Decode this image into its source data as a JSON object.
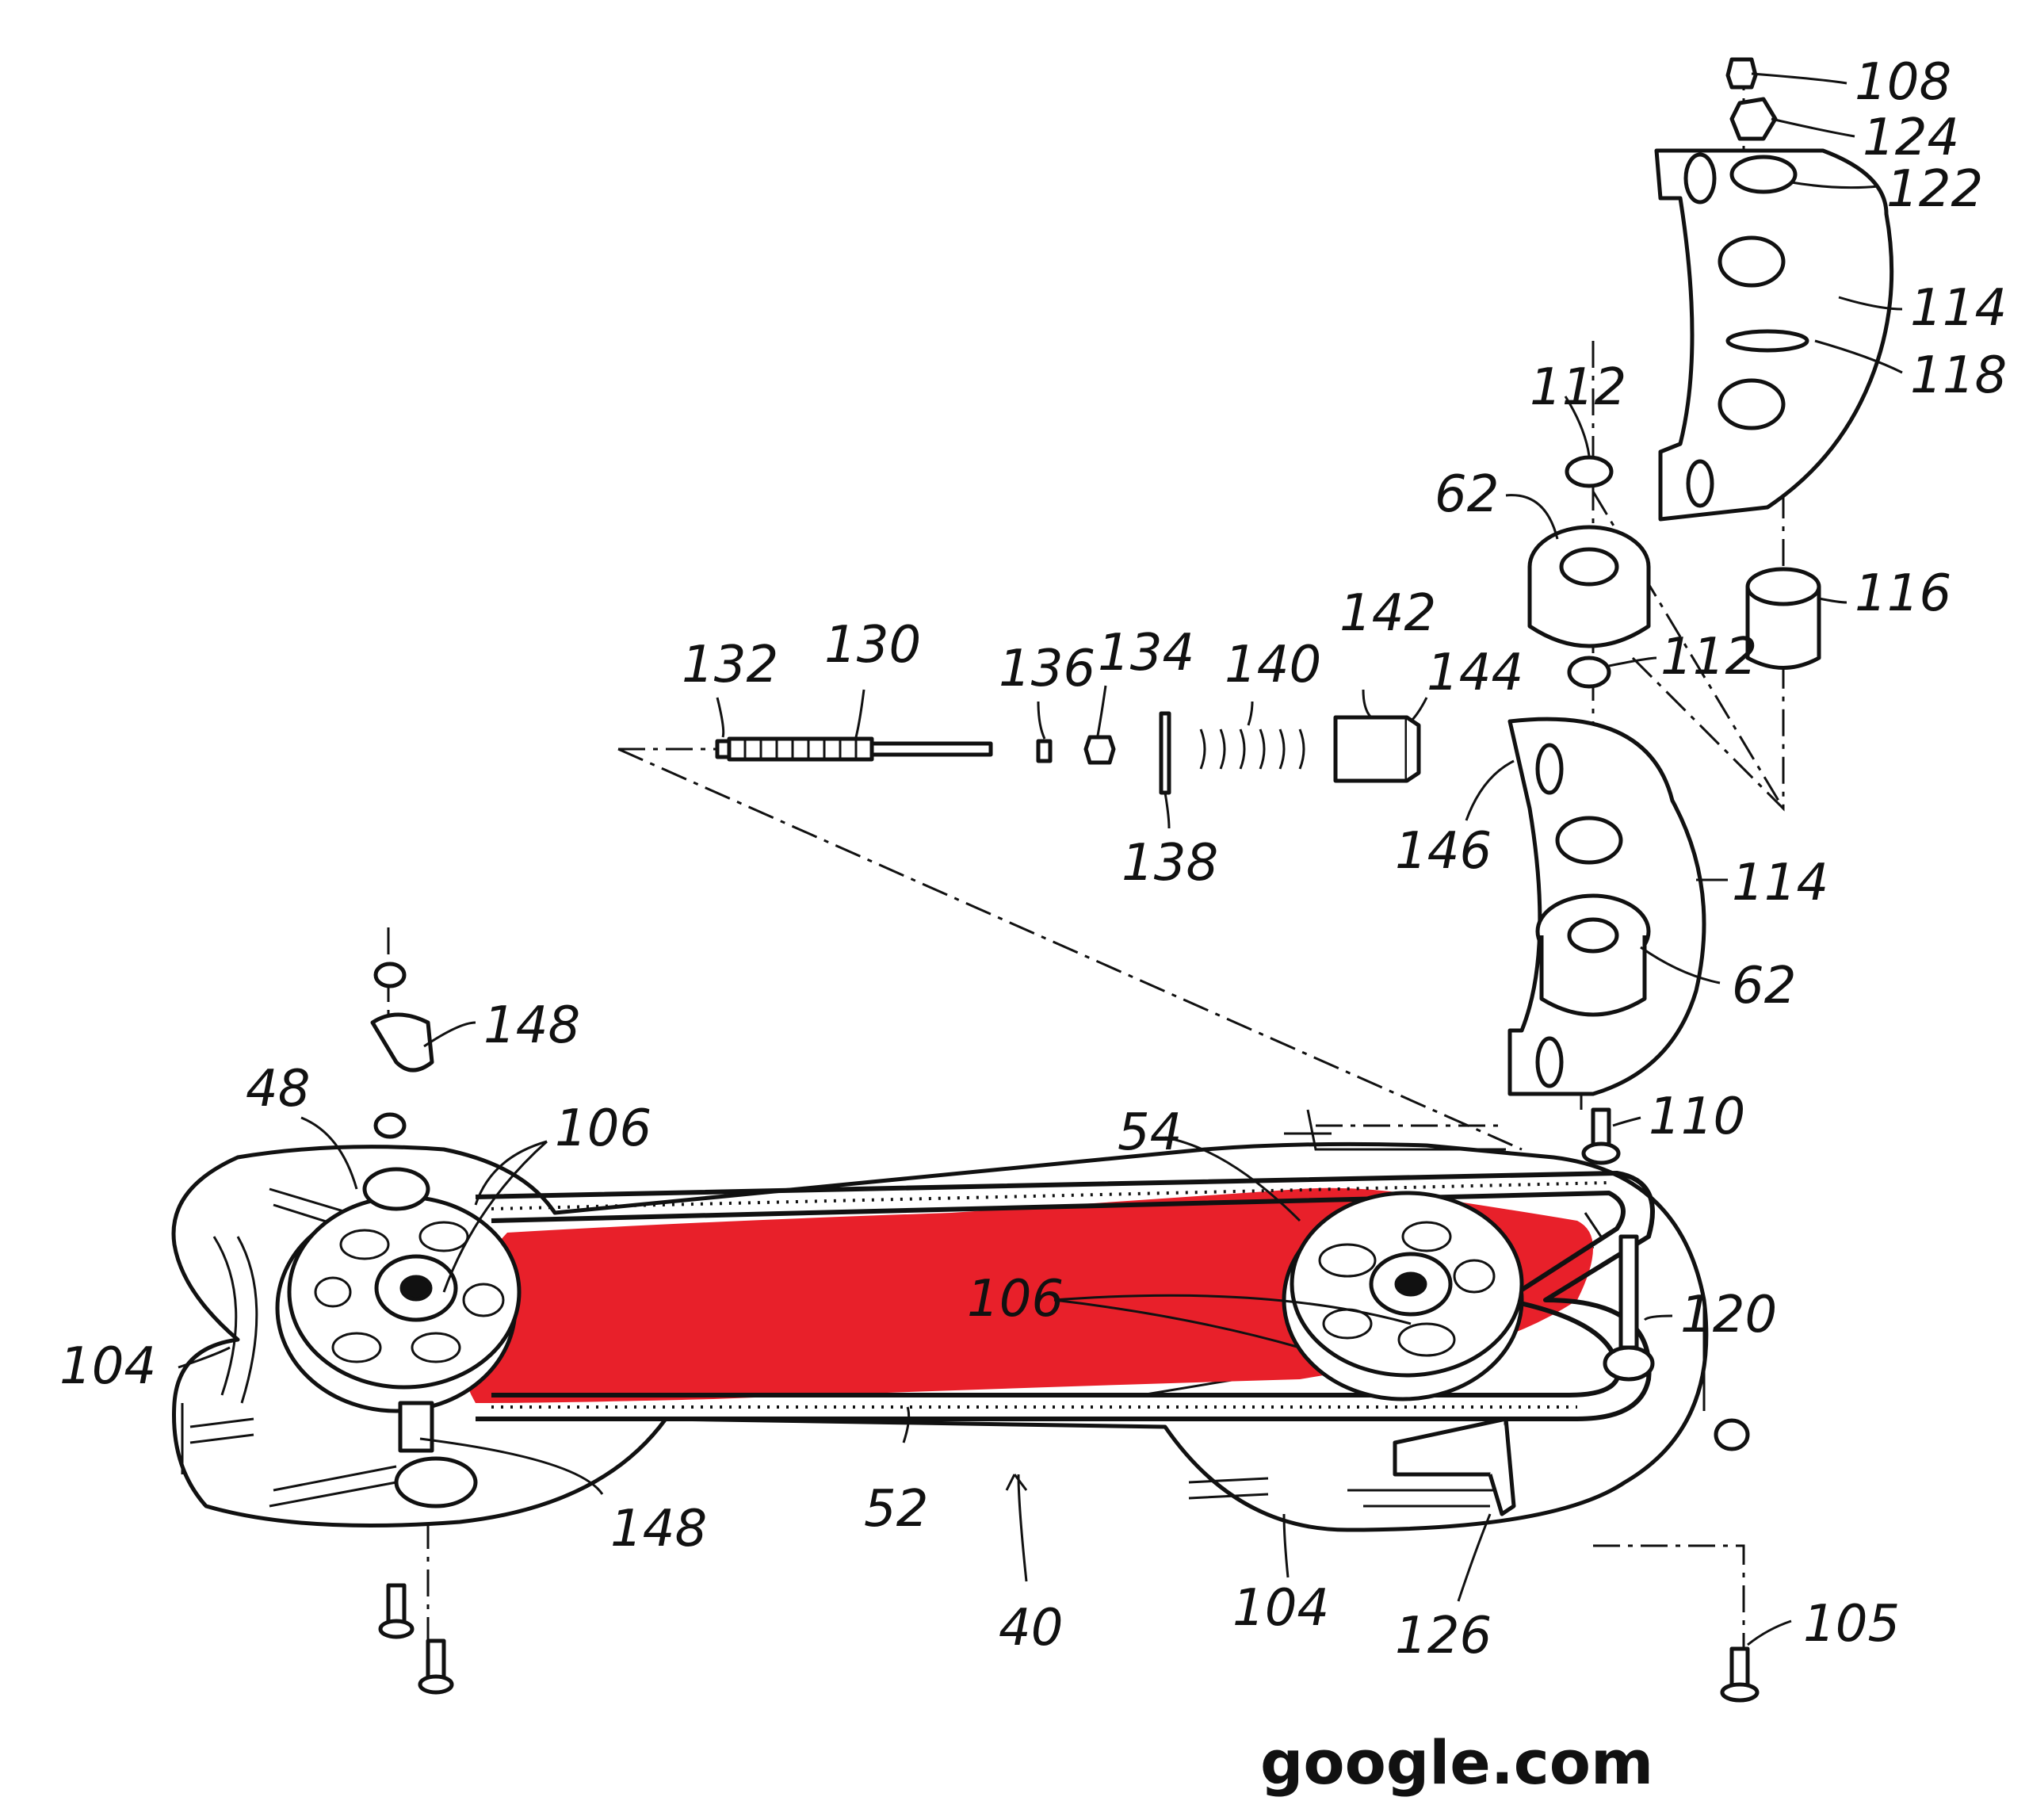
{
  "colors": {
    "ink": "#111111",
    "highlight": "#e8202a",
    "paper": "#ffffff"
  },
  "labels": [
    {
      "id": "108",
      "text": "108"
    },
    {
      "id": "124",
      "text": "124"
    },
    {
      "id": "122",
      "text": "122"
    },
    {
      "id": "114a",
      "text": "114"
    },
    {
      "id": "118",
      "text": "118"
    },
    {
      "id": "112a",
      "text": "112"
    },
    {
      "id": "62a",
      "text": "62"
    },
    {
      "id": "116",
      "text": "116"
    },
    {
      "id": "112b",
      "text": "112"
    },
    {
      "id": "132",
      "text": "132"
    },
    {
      "id": "130",
      "text": "130"
    },
    {
      "id": "136",
      "text": "136"
    },
    {
      "id": "134",
      "text": "134"
    },
    {
      "id": "140",
      "text": "140"
    },
    {
      "id": "142",
      "text": "142"
    },
    {
      "id": "144",
      "text": "144"
    },
    {
      "id": "138",
      "text": "138"
    },
    {
      "id": "146",
      "text": "146"
    },
    {
      "id": "114b",
      "text": "114"
    },
    {
      "id": "62b",
      "text": "62"
    },
    {
      "id": "148a",
      "text": "148"
    },
    {
      "id": "48",
      "text": "48"
    },
    {
      "id": "106a",
      "text": "106"
    },
    {
      "id": "54",
      "text": "54"
    },
    {
      "id": "110",
      "text": "110"
    },
    {
      "id": "106b",
      "text": "106"
    },
    {
      "id": "120",
      "text": "120"
    },
    {
      "id": "104a",
      "text": "104"
    },
    {
      "id": "52",
      "text": "52"
    },
    {
      "id": "148b",
      "text": "148"
    },
    {
      "id": "40",
      "text": "40"
    },
    {
      "id": "104b",
      "text": "104"
    },
    {
      "id": "126",
      "text": "126"
    },
    {
      "id": "105",
      "text": "105"
    }
  ],
  "watermark": "google.com"
}
